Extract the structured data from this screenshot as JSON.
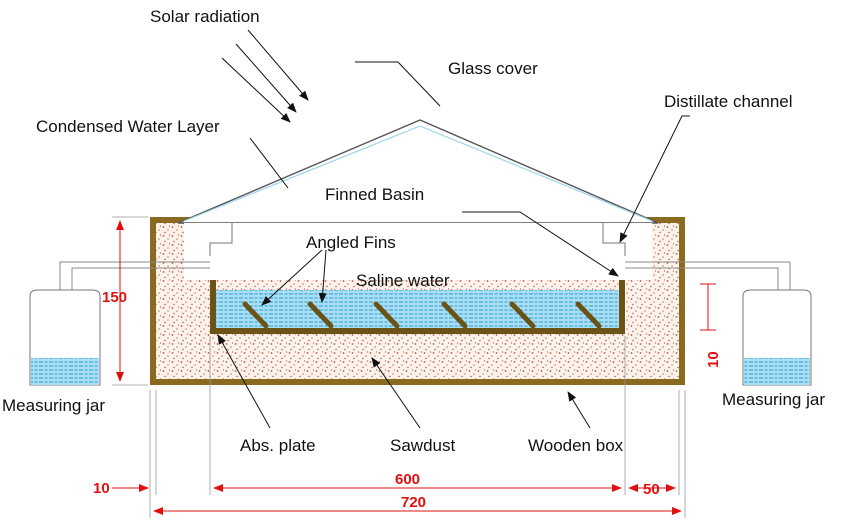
{
  "labels": {
    "solar_radiation": "Solar radiation",
    "glass_cover": "Glass cover",
    "condensed_water_layer": "Condensed Water Layer",
    "distillate_channel": "Distillate channel",
    "finned_basin": "Finned Basin",
    "angled_fins": "Angled Fins",
    "saline_water": "Saline water",
    "measuring_jar_left": "Measuring jar",
    "measuring_jar_right": "Measuring jar",
    "abs_plate": "Abs. plate",
    "sawdust": "Sawdust",
    "wooden_box": "Wooden box"
  },
  "dimensions": {
    "height_150": "150",
    "depth_10": "10",
    "wall_10": "10",
    "basin_600": "600",
    "gap_50": "50",
    "total_720": "720"
  },
  "colors": {
    "wood": "#8a6a1f",
    "sawdust_dots": "#c2553a",
    "water": "#8fd3ee",
    "water_lines": "#2a9fd8",
    "fins": "#6b5316",
    "dimension": "#e01010",
    "glass": "#555555"
  }
}
